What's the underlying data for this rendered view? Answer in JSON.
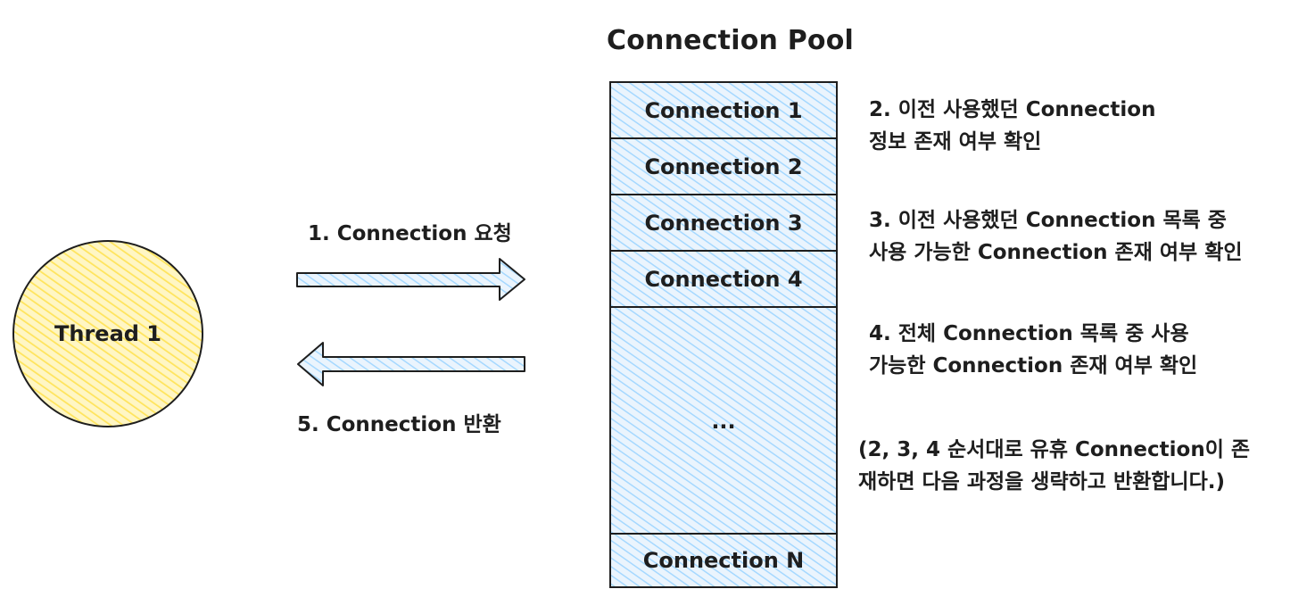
{
  "pool": {
    "title": "Connection Pool",
    "connections": [
      "Connection 1",
      "Connection 2",
      "Connection 3",
      "Connection 4"
    ],
    "ellipsis": "...",
    "last_connection": "Connection N",
    "fill_color": "#a5d8ff"
  },
  "thread": {
    "label": "Thread 1",
    "fill_color": "#ffec99"
  },
  "arrows": {
    "request_label": "1. Connection 요청",
    "return_label": "5. Connection 반환"
  },
  "notes": [
    {
      "lines": [
        "2. 이전 사용했던 Connection",
        "정보 존재 여부 확인"
      ]
    },
    {
      "lines": [
        "3. 이전 사용했던 Connection 목록 중",
        "사용 가능한 Connection 존재 여부 확인"
      ]
    },
    {
      "lines": [
        "4. 전체 Connection 목록 중 사용",
        "가능한 Connection 존재 여부 확인"
      ]
    },
    {
      "lines": [
        "(2, 3, 4 순서대로 유휴 Connection이 존",
        "재하면 다음 과정을 생략하고 반환합니다.)"
      ]
    }
  ]
}
